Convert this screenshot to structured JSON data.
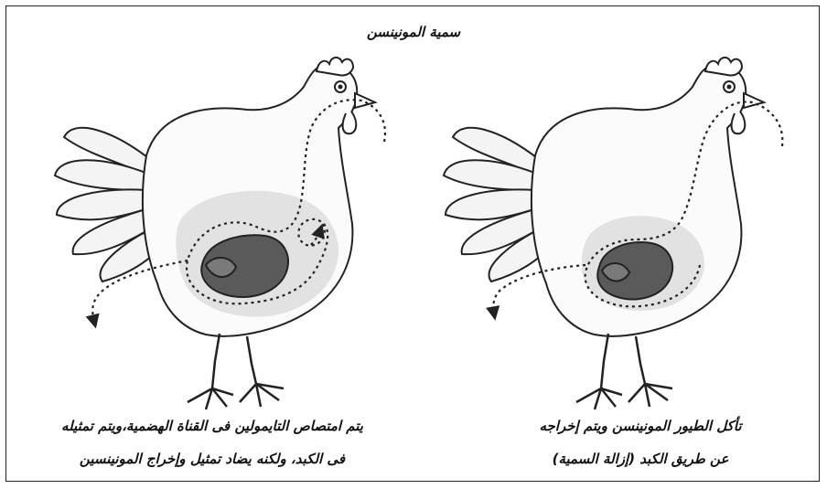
{
  "figure": {
    "title": "سمية المونينسن"
  },
  "left_panel": {
    "caption_line1": "يتم امتصاص التايمولين فى القناة الهضمية،ويتم تمثيله",
    "caption_line2": "فى الكبد، ولكنه يضاد تمثيل وإخراج المونينسين"
  },
  "right_panel": {
    "caption_line1": "تأكل الطيور المونينسن ويتم إخراجه",
    "caption_line2": "عن طريق الكبد (إزالة السمية)"
  },
  "colors": {
    "outline": "#222222",
    "liver": "#5a5a5a",
    "shading": "#e2e2e2"
  }
}
